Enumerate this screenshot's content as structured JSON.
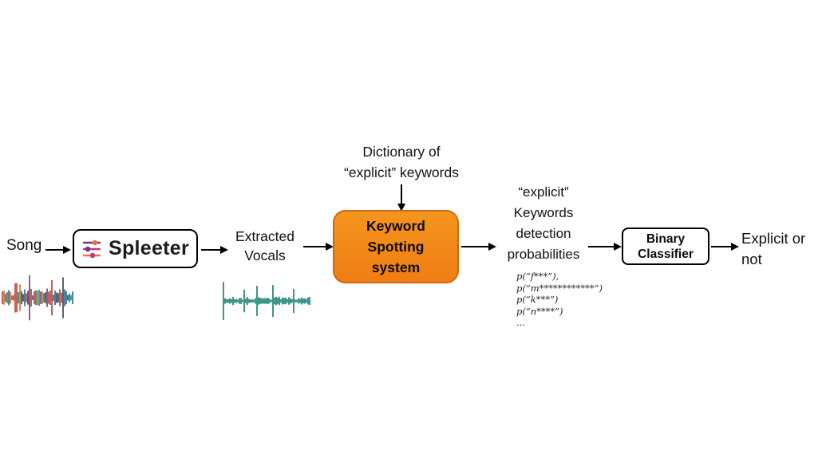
{
  "diagram": {
    "song_label": "Song",
    "spleeter_label": "Spleeter",
    "extracted_vocals_label": "Extracted\nVocals",
    "dictionary_label": "Dictionary of\n“explicit” keywords",
    "keyword_spotting_label": "Keyword\nSpotting\nsystem",
    "probabilities_label": "“explicit”\nKeywords\ndetection\nprobabilities",
    "prob_lines": [
      "p(“f***”),",
      "p(“m************”)",
      "p(“k***”)",
      "p(“n****”)",
      "..."
    ],
    "binary_classifier_label": "Binary\nClassifier",
    "output_label": "Explicit or\nnot"
  },
  "colors": {
    "arrow": "#000000",
    "keyword_box_fill": "#f28a1a",
    "keyword_box_border": "#d06a12",
    "box_border": "#000000",
    "vocals_waveform": "#0d7c6c"
  },
  "waveforms": {
    "song": {
      "seed": 42,
      "colors": [
        "#b03a2e",
        "#1f618d",
        "#117a65",
        "#6c3483",
        "#ca6f1e",
        "#2c3e50",
        "#c0392b",
        "#148f77"
      ],
      "base": 0.4,
      "spike_prob": 0.12,
      "step": 2
    },
    "vocals": {
      "seed": 7,
      "colors": [
        "#0d7c6c"
      ],
      "base": 0.22,
      "spike_prob": 0.14,
      "step": 2
    }
  }
}
